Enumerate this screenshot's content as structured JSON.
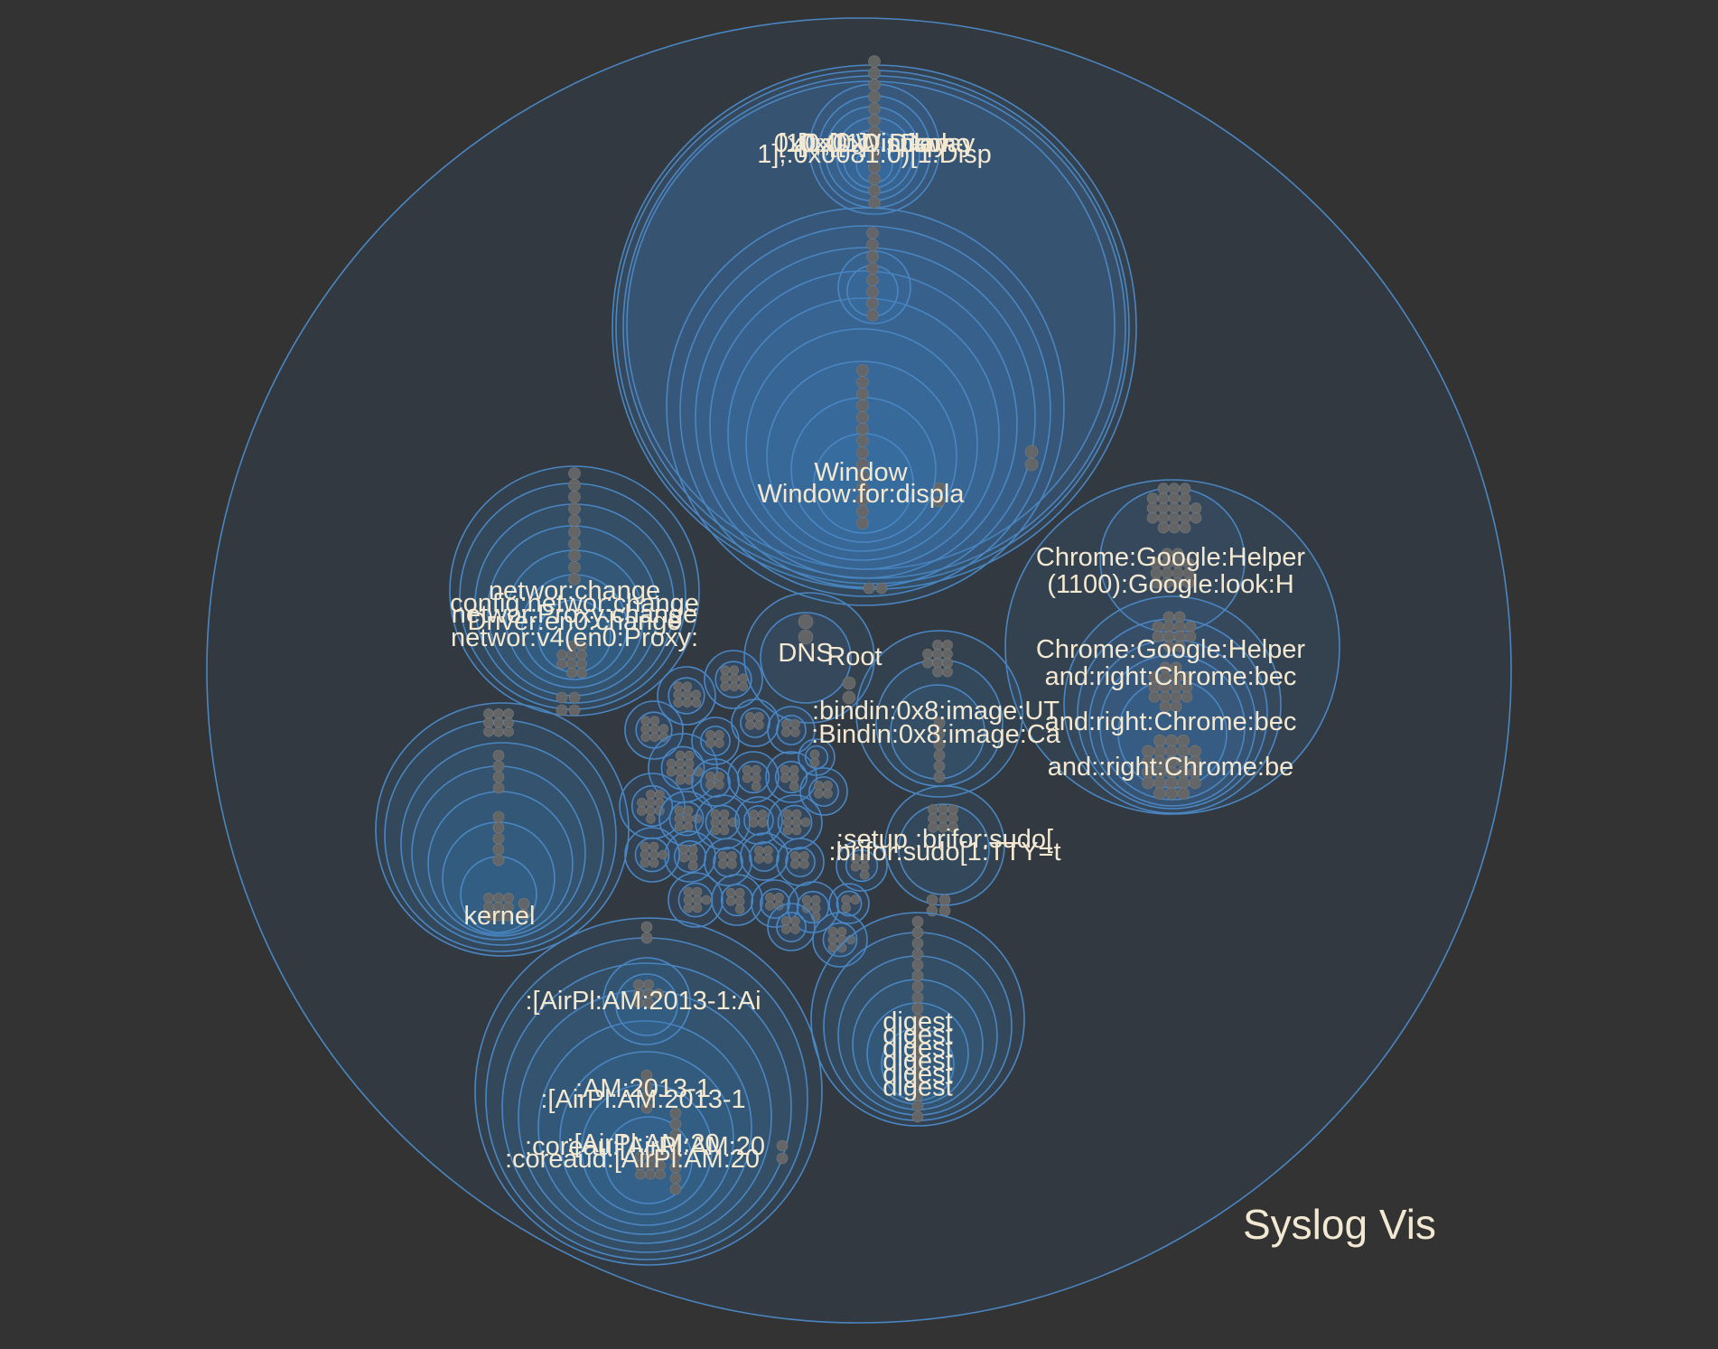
{
  "app": {
    "title": "Syslog Vis"
  },
  "colors": {
    "background": "#333333",
    "stroke": "#4a86c2",
    "fill": "#3a7ab8",
    "leaf": "#666666",
    "label": "#f3e9d3"
  },
  "clusters": {
    "root": {
      "label": "Root"
    },
    "dns": {
      "label": "DNS"
    },
    "window": {
      "top_labels": [
        "0x0: Window",
        "0x0 ; [1] ; Display",
        "[0x0: Display",
        "[1] ; [0x0 ; Demo",
        "1],:0x0081:0)[1:Disp"
      ],
      "labels": [
        "Window",
        "Window:for:displa"
      ]
    },
    "network": {
      "labels": [
        "networ:change",
        "config:networ:change",
        "networ:Proxy:change",
        "Driver:en0:change",
        "networ:v4(en0:Proxy:"
      ]
    },
    "chrome": {
      "labels": [
        "Chrome:Google:Helper",
        "(1100):Google:look:H",
        "Chrome:Google:Helper",
        "and:right:Chrome:bec",
        "and:right:Chrome:bec",
        "and::right:Chrome:be"
      ]
    },
    "binding": {
      "labels": [
        ":bindin:0x8:image:UT",
        ":Bindin:0x8:image:Ca"
      ]
    },
    "sudo": {
      "labels": [
        ":setup :brifor:sudo[",
        ":brifor:sudo[1:TTY=t"
      ]
    },
    "kernel": {
      "labels": [
        "kernel"
      ]
    },
    "digest": {
      "labels": [
        "digest",
        "digest",
        "digest",
        "digest",
        "digest",
        "digest"
      ]
    },
    "airplay": {
      "labels": [
        ":[AirPl:AM:2013-1:Ai",
        ":AM:2013-1",
        ":[AirPl:AM:2013-1",
        ":[AirPl:AM:20",
        ":coreau:[AirPl:AM:20",
        ":coreaud:[AirPl:AM:20"
      ]
    }
  }
}
